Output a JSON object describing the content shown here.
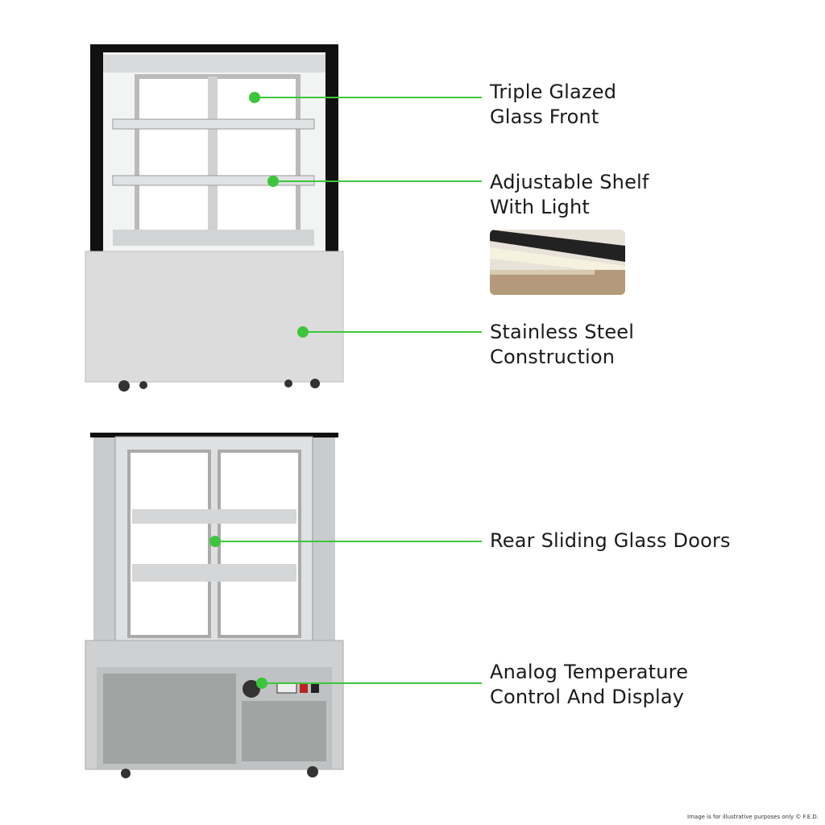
{
  "features": [
    {
      "line1": "Triple Glazed",
      "line2": "Glass Front"
    },
    {
      "line1": "Adjustable Shelf",
      "line2": "With Light"
    },
    {
      "line1": "Stainless Steel",
      "line2": "Construction"
    },
    {
      "line1": "Rear Sliding Glass Doors",
      "line2": ""
    },
    {
      "line1": "Analog Temperature",
      "line2": "Control And Display"
    }
  ],
  "footer": "Image is for illustrative purposes only  © F.E.D.",
  "colors": {
    "accent": "#3cc63c"
  }
}
